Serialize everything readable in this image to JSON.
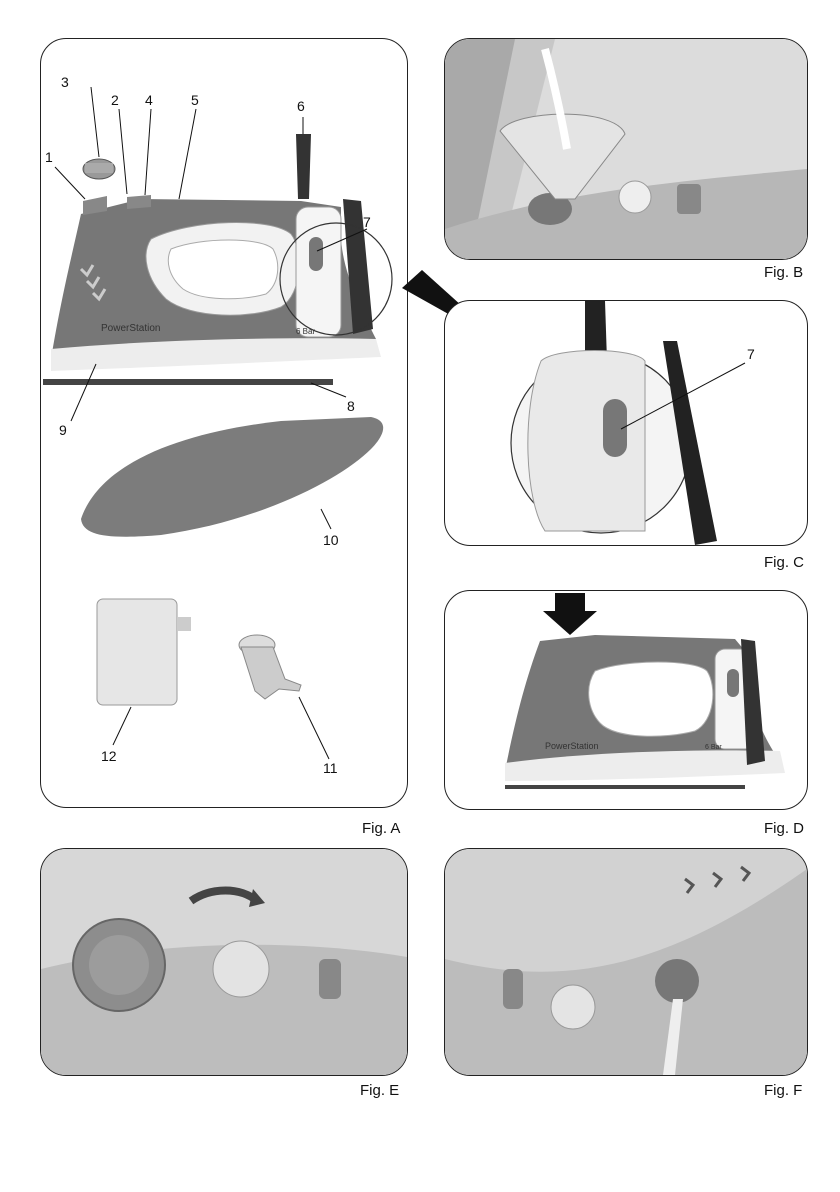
{
  "captions": {
    "a": "Fig. A",
    "b": "Fig. B",
    "c": "Fig. C",
    "d": "Fig. D",
    "e": "Fig. E",
    "f": "Fig. F"
  },
  "callouts": [
    "1",
    "2",
    "3",
    "4",
    "5",
    "6",
    "7",
    "8",
    "9",
    "10",
    "11",
    "12"
  ],
  "callout_c": "7",
  "brand": "PowerStation",
  "rating": "6 Bar",
  "colors": {
    "body_dark": "#6f6f6f",
    "body_light": "#e8e8e8",
    "handle": "#c9c9c9",
    "mat": "#7c7c7c",
    "outline": "#222222"
  }
}
